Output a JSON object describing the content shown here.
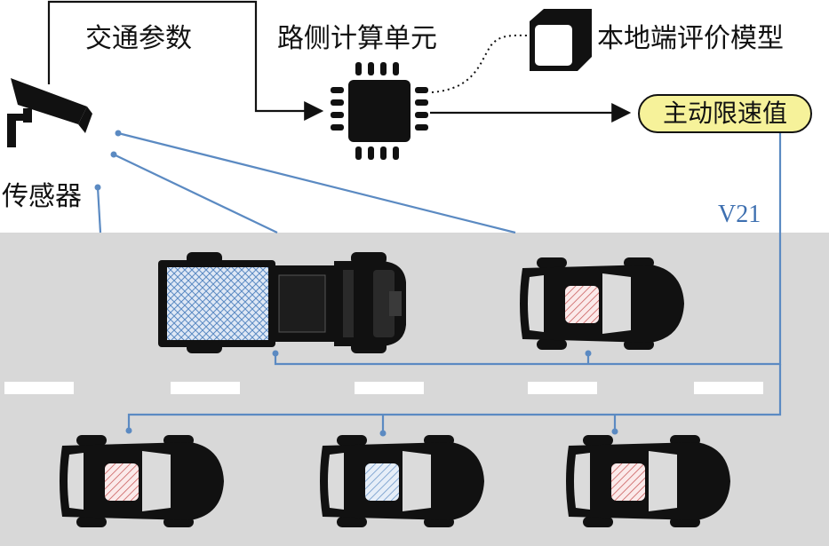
{
  "labels": {
    "traffic_params": "交通参数",
    "rsu": "路侧计算单元",
    "local_model": "本地端评价模型",
    "speed_limit": "主动限速值",
    "sensor": "传感器",
    "vehicle_tag": "V21"
  },
  "colors": {
    "road": "#d8d8d8",
    "link_line": "#5b8ac2",
    "pill_fill": "#f6f29a",
    "vehicle_body": "#111111",
    "hatch_red": "#c24848",
    "hatch_blue": "#5b8ac2"
  },
  "icons": {
    "sensor": "camera-icon",
    "rsu": "chip-icon",
    "model": "cube-icon"
  }
}
